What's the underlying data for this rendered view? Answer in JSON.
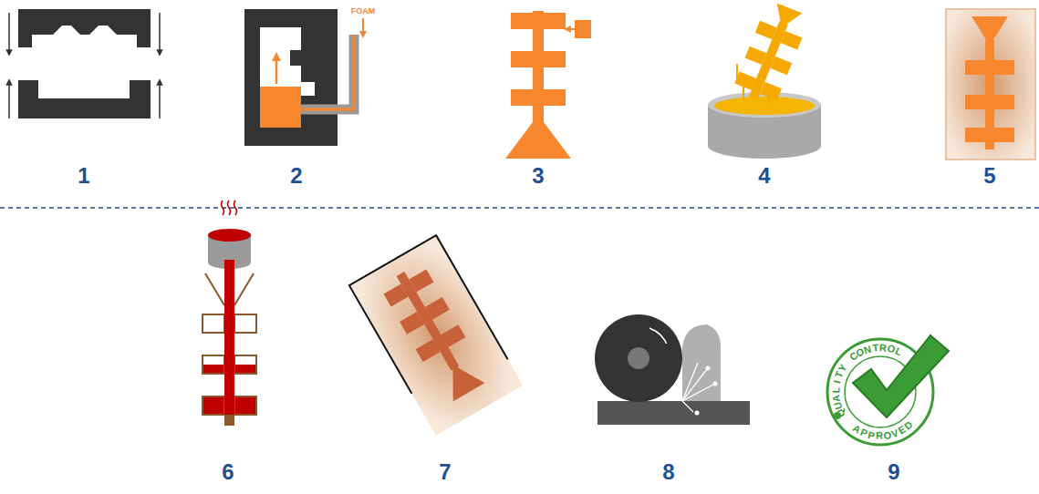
{
  "diagram": {
    "labels": [
      "FOAM",
      "1",
      "2",
      "3",
      "4",
      "5",
      "QUALITY CONTROL",
      "APPROVED",
      "6",
      "7",
      "8",
      "9"
    ]
  }
}
